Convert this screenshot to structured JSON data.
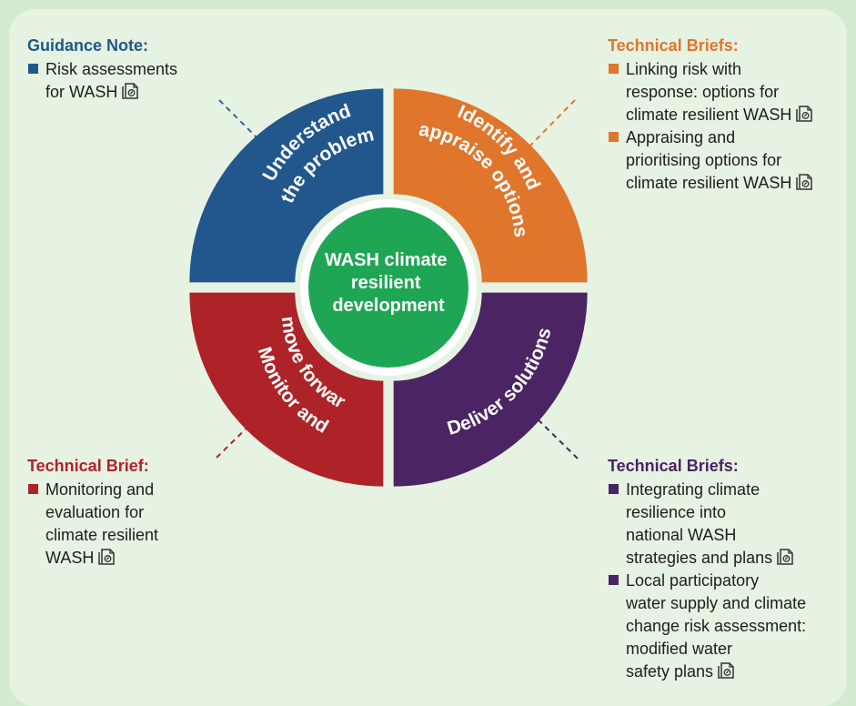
{
  "colors": {
    "blue": "#21578c",
    "orange": "#e0762c",
    "purple": "#4b2463",
    "red": "#ae2327",
    "green": "#1ea654",
    "background": "#e6f2e2"
  },
  "center": {
    "lines": [
      "WASH climate",
      "resilient",
      "development"
    ]
  },
  "segments": [
    {
      "key": "understand",
      "lines": [
        "Understand",
        "the problem"
      ],
      "color": "blue"
    },
    {
      "key": "identify",
      "lines": [
        "Identify and",
        "appraise options"
      ],
      "color": "orange"
    },
    {
      "key": "deliver",
      "lines": [
        "Deliver solutions"
      ],
      "color": "purple"
    },
    {
      "key": "monitor",
      "lines": [
        "Monitor and",
        "move forward"
      ],
      "color": "red"
    }
  ],
  "blocks": {
    "top_left": {
      "heading": "Guidance Note:",
      "items": [
        {
          "lines": [
            "Risk assessments",
            "for WASH"
          ],
          "icon": "document-link-icon"
        }
      ]
    },
    "top_right": {
      "heading": "Technical Briefs:",
      "items": [
        {
          "lines": [
            "Linking risk with",
            "response: options for",
            "climate resilient WASH"
          ],
          "icon": "document-link-icon"
        },
        {
          "lines": [
            "Appraising and",
            "prioritising options for",
            "climate resilient WASH"
          ],
          "icon": "document-link-icon"
        }
      ]
    },
    "bottom_left": {
      "heading": "Technical Brief:",
      "items": [
        {
          "lines": [
            "Monitoring and",
            "evaluation for",
            "climate resilient",
            "WASH"
          ],
          "icon": "document-link-icon"
        }
      ]
    },
    "bottom_right": {
      "heading": "Technical Briefs:",
      "items": [
        {
          "lines": [
            "Integrating climate",
            "resilience into",
            "national WASH",
            "strategies and plans"
          ],
          "icon": "document-link-icon"
        },
        {
          "lines": [
            "Local participatory",
            "water supply and climate",
            "change risk assessment:",
            "modified water",
            "safety plans"
          ],
          "icon": "document-link-icon"
        }
      ]
    }
  }
}
